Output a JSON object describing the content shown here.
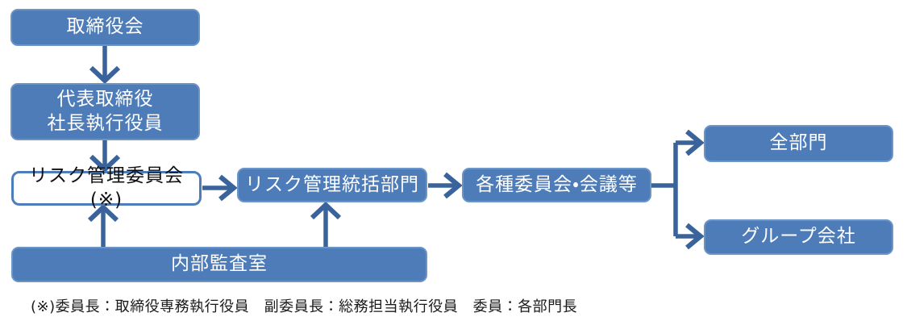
{
  "nodes": {
    "board": {
      "label": "取締役会"
    },
    "president": {
      "lines": [
        "代表取締役",
        "社長執行役員"
      ]
    },
    "risk_committee": {
      "label": "リスク管理委員会(※)"
    },
    "risk_management_dept": {
      "label": "リスク管理統括部門"
    },
    "committees_meetings": {
      "label": "各種委員会・会議等"
    },
    "all_departments": {
      "label": "全部門"
    },
    "group_companies": {
      "label": "グループ会社"
    },
    "internal_audit": {
      "label": "内部監査室"
    }
  },
  "footnote": "(※)委員長：取締役専務執行役員　副委員長：総務担当執行役員　委員：各部門長",
  "colors": {
    "node_fill": "#4e7cb9",
    "node_border": "#6b94c7",
    "arrow": "#3a639c",
    "outline_node_background": "#ffffff",
    "outline_node_border": "#4e7dbb",
    "node_text": "#ffffff",
    "footnote_text": "#1a1a1a",
    "background": "#ffffff"
  }
}
